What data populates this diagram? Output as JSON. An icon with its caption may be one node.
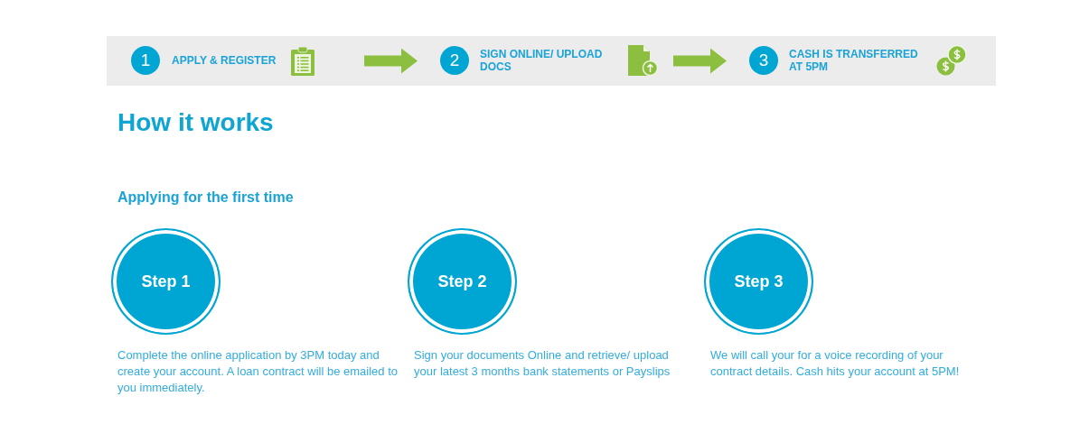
{
  "diagram": {
    "title": "How it works",
    "nodes": [
      {
        "text": [
          "1",
          "APPLY & REGISTER"
        ]
      },
      {
        "text": [
          "2",
          "SIGN ONLINE/ UPLOAD DOCS"
        ]
      },
      {
        "text": [
          "3",
          "CASH IS TRANSFERRED AT 5PM"
        ]
      },
      {
        "text": [
          "Step 1"
        ],
        "beside": [
          "Complete the online application by 3PM today and create your account. A loan contract will be emailed to you immediately."
        ]
      },
      {
        "text": [
          "Step 2"
        ],
        "beside": [
          "Sign your documents Online and retrieve/ upload your latest 3 months bank statements or Payslips"
        ]
      },
      {
        "text": [
          "Step 3"
        ],
        "beside": [
          "We will call your for a voice recording of your contract details. Cash hits your account at 5PM!"
        ]
      }
    ],
    "edges": [
      {
        "from": 0,
        "to": 1,
        "arrow": "to"
      },
      {
        "from": 1,
        "to": 2,
        "arrow": "to"
      }
    ],
    "labels": [
      "Applying for the first time"
    ]
  }
}
